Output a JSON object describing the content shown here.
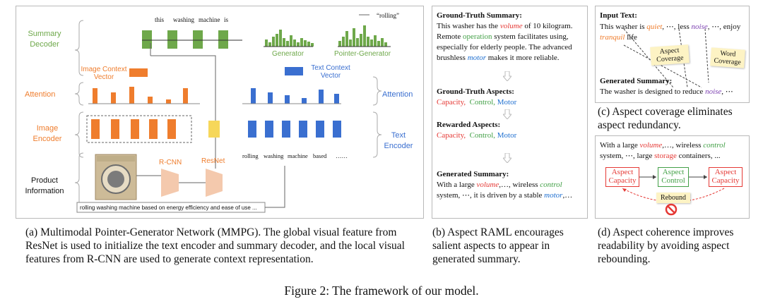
{
  "panel_a": {
    "labels": {
      "summary_decoder": "Summary\nDecoder",
      "attention_left": "Attention",
      "image_encoder": "Image\nEncoder",
      "product_information": "Product\nInformation",
      "image_context_vector": "Image Context\nVector",
      "text_context_vector": "Text Context\nVector",
      "attention_right": "Attention",
      "text_encoder": "Text\nEncoder",
      "rcnn": "R-CNN",
      "resnet": "ResNet",
      "generator": "Generator",
      "pointer_generator": "Pointer-Generator",
      "rolling_quote": "“rolling”"
    },
    "decoder_words": [
      "this",
      "washing",
      "machine",
      "is"
    ],
    "encoder_words": [
      "rolling",
      "washing",
      "machine",
      "based",
      "……"
    ],
    "product_text": "rolling washing machine based on energy efficiency and ease of use ..."
  },
  "panel_b": {
    "gt_summary_title": "Ground-Truth Summary:",
    "gt_summary_parts": [
      "This washer has the ",
      "volume",
      " of 10 kilogram. Remote ",
      "operation",
      " system facilitates using, especially for elderly people. The advanced brushless ",
      "motor",
      " makes it more reliable."
    ],
    "gt_aspects_title": "Ground-Truth Aspects:",
    "aspects": [
      "Capacity,",
      "Control,",
      "Motor"
    ],
    "rewarded_aspects_title": "Rewarded Aspects:",
    "generated_summary_title": "Generated Summary:",
    "generated_parts": [
      "With a large ",
      "volume",
      ",…, wireless ",
      "control",
      " system, ⋯, it is driven by a stable ",
      "motor",
      ",…"
    ]
  },
  "panel_c": {
    "input_title": "Input Text:",
    "input_parts": [
      "This washer is ",
      "quiet",
      ", ⋯, less ",
      "noise",
      ", ⋯, enjoy ",
      "tranquil",
      " life"
    ],
    "aspect_coverage": "Aspect\nCoverage",
    "word_coverage": "Word\nCoverage",
    "generated_title": "Generated Summary:",
    "generated_parts": [
      "The washer is designed to reduce ",
      "noise",
      ", ⋯"
    ]
  },
  "panel_d": {
    "text_parts": [
      "With a large ",
      "volume",
      ",…, wireless ",
      "control",
      " system, ⋯, large ",
      "storage",
      " containers, ..."
    ],
    "box1": "Aspect\nCapacity",
    "box2": "Aspect\nControl",
    "box3": "Aspect\nCapacity",
    "rebound": "Rebound"
  },
  "captions": {
    "a": "(a) Multimodal Pointer-Generator Network (MMPG). The global visual feature from ResNet is used to initialize the text encoder and summary decoder, and the local visual features from R-CNN are used to generate context representation.",
    "b": "(b) Aspect RAML encourages salient aspects to appear in generated summary.",
    "c": "(c) Aspect coverage eliminates aspect redundancy.",
    "d": "(d) Aspect coherence improves readability by avoiding aspect rebounding.",
    "figure": "Figure 2: The framework of our model."
  },
  "colors": {
    "green": "#6ea84a",
    "orange": "#ef7d2d",
    "blue": "#3a6fd0",
    "yellow": "#f6d75a",
    "red": "#e53935"
  }
}
